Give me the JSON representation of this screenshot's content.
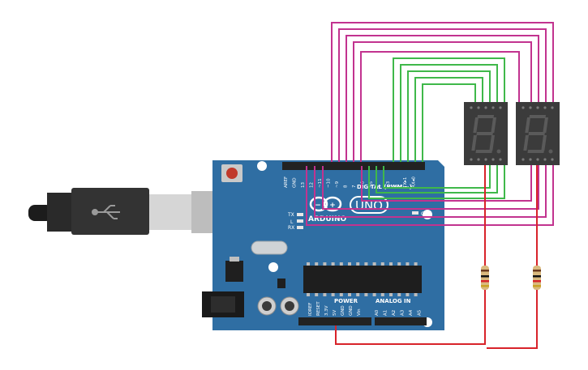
{
  "board": {
    "brand": "ARDUINO",
    "model": "UNO",
    "digital_label": "DIGITAL (PWM ~)",
    "power_label": "POWER",
    "analog_label": "ANALOG IN",
    "on_label": "ON",
    "led_l": "L",
    "led_tx": "TX",
    "led_rx": "RX",
    "top_pins": [
      "AREF",
      "GND",
      "13",
      "12",
      "~11",
      "~10",
      "~9",
      "8",
      "7",
      "~6",
      "~5",
      "4",
      "~3",
      "2",
      "TX▸1",
      "RX◂0"
    ],
    "power_pins": [
      "IOREF",
      "RESET",
      "3.3V",
      "5V",
      "GND",
      "GND",
      "Vin"
    ],
    "analog_pins": [
      "A0",
      "A1",
      "A2",
      "A3",
      "A4",
      "A5"
    ]
  },
  "colors": {
    "board": "#2f6ea3",
    "board_dark": "#24567f",
    "wire_magenta": "#c2338f",
    "wire_green": "#3fb84a",
    "wire_red": "#d8232a",
    "display_body": "#3b3b3b",
    "segment_off": "#5a5a5a"
  },
  "components": {
    "usb_cable": "usb-cable",
    "display_count": 2,
    "resistor_count": 2
  }
}
